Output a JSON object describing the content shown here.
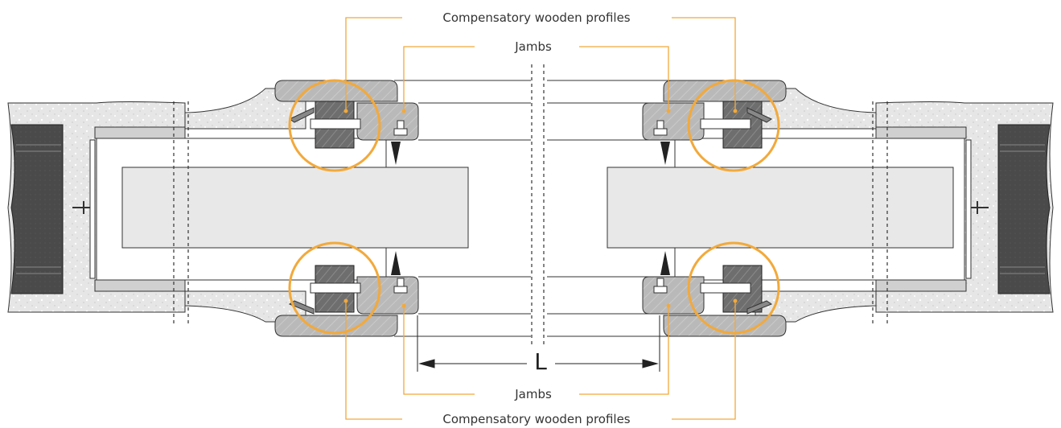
{
  "labels": {
    "profiles_top": "Compensatory wooden profiles",
    "jambs_top": "Jambs",
    "jambs_bottom": "Jambs",
    "profiles_bottom": "Compensatory wooden profiles",
    "dimension": "L"
  },
  "colors": {
    "callout": "#F2A93B",
    "outline": "#333333",
    "concrete": "#E4E4E4",
    "wall_dark": "#4A4A4A",
    "wood": "#6E6E6E",
    "jamb": "#B7B7B7",
    "panel": "#E8E8E8"
  }
}
